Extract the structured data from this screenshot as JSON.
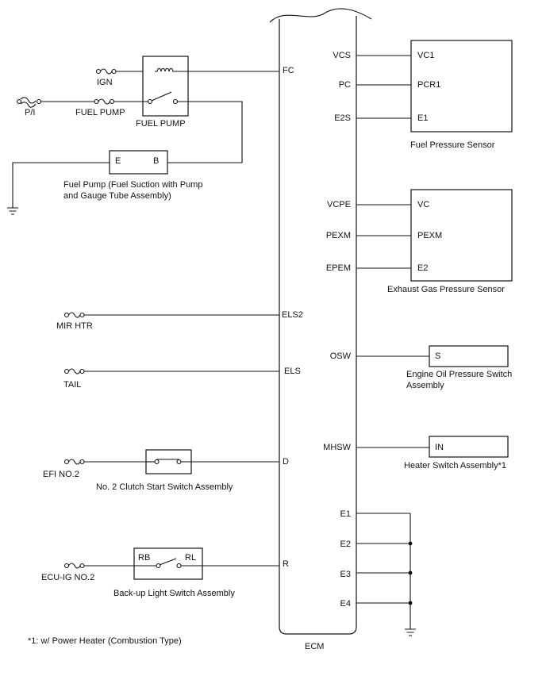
{
  "ecm": {
    "label": "ECM",
    "left_pins": [
      "FC",
      "ELS2",
      "ELS",
      "D",
      "R"
    ],
    "right_pins": [
      "VCS",
      "PC",
      "E2S",
      "VCPE",
      "PEXM",
      "EPEM",
      "OSW",
      "MHSW",
      "E1",
      "E2",
      "E3",
      "E4"
    ]
  },
  "sources": {
    "ign": "IGN",
    "pi": "P/I",
    "fuel_pump_fuse": "FUEL PUMP",
    "mir_htr": "MIR HTR",
    "tail": "TAIL",
    "efi_no2": "EFI NO.2",
    "ecu_ig_no2": "ECU-IG NO.2"
  },
  "components": {
    "fuel_pump_relay": {
      "name": "FUEL PUMP"
    },
    "fuel_pump": {
      "name_line1": "Fuel Pump (Fuel Suction with Pump",
      "name_line2": "and Gauge Tube Assembly)",
      "pin_e": "E",
      "pin_b": "B"
    },
    "fuel_pressure_sensor": {
      "name": "Fuel Pressure Sensor",
      "pins": [
        "VC1",
        "PCR1",
        "E1"
      ]
    },
    "exhaust_gas_pressure_sensor": {
      "name": "Exhaust Gas Pressure Sensor",
      "pins": [
        "VC",
        "PEXM",
        "E2"
      ]
    },
    "engine_oil_pressure_switch": {
      "name_line1": "Engine Oil Pressure Switch",
      "name_line2": "Assembly",
      "pin": "S"
    },
    "heater_switch": {
      "name": "Heater Switch Assembly*1",
      "pin": "IN"
    },
    "clutch_start_switch": {
      "name": "No. 2 Clutch Start Switch Assembly"
    },
    "backup_light_switch": {
      "name": "Back-up Light Switch Assembly",
      "pin_rb": "RB",
      "pin_rl": "RL"
    }
  },
  "footnote": "*1: w/ Power Heater (Combustion Type)"
}
